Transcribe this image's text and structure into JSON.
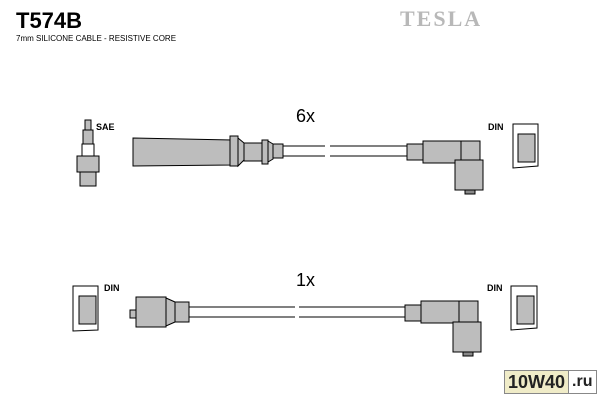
{
  "header": {
    "part_number": "T574B",
    "subtitle": "7mm SILICONE CABLE - RESISTIVE CORE",
    "brand": "TESLA"
  },
  "cables": [
    {
      "quantity": "6x",
      "left_connector": "SAE",
      "right_connector": "DIN"
    },
    {
      "quantity": "1x",
      "left_connector": "DIN",
      "right_connector": "DIN"
    }
  ],
  "watermark": {
    "main": "10W40",
    "suffix": ".ru"
  },
  "colors": {
    "fill": "#bdbdbd",
    "stroke": "#000000",
    "brand": "#b8b8b8"
  }
}
